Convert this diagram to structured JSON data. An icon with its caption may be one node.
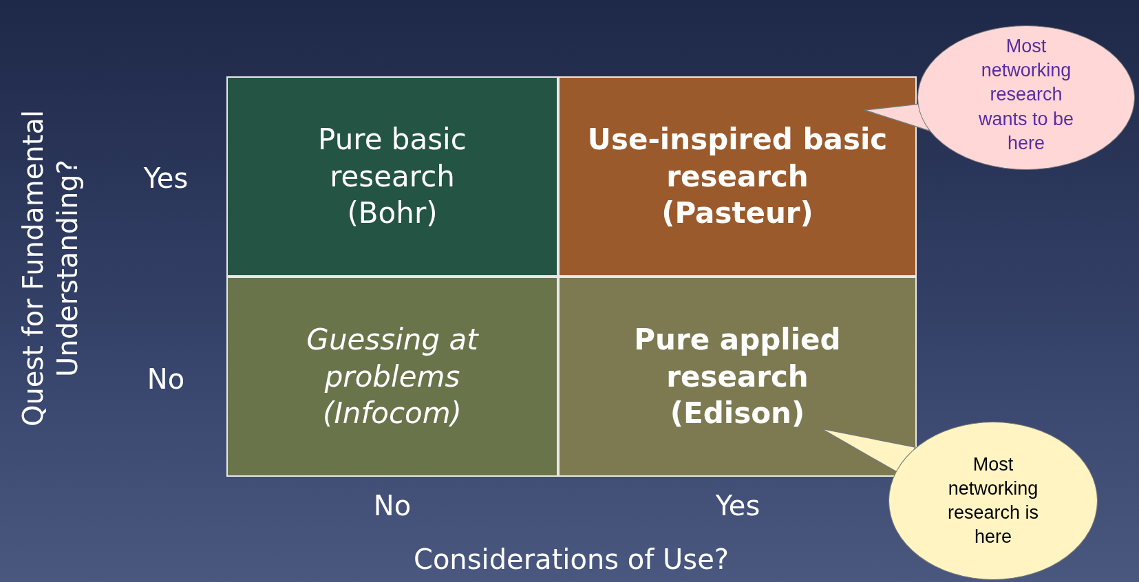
{
  "diagram": {
    "nodes": [
      {
        "text": [
          "Pure basic research (Bohr)"
        ]
      },
      {
        "text": [
          "Use-inspired basic research (Pasteur)"
        ]
      },
      {
        "text": [
          "Guessing at problems (Infocom)"
        ]
      },
      {
        "text": [
          "Pure applied research (Edison)"
        ]
      },
      {
        "text": [
          "Most networking research wants to be here"
        ]
      },
      {
        "text": [
          "Most networking research is here"
        ]
      }
    ],
    "edges": [
      {
        "from": 4,
        "to": 1,
        "arrow": "none"
      },
      {
        "from": 5,
        "to": 3,
        "arrow": "none"
      }
    ],
    "labels": [
      "Quest for Fundamental Understanding?",
      "Yes",
      "No",
      "No",
      "Yes",
      "Considerations of Use?"
    ]
  }
}
